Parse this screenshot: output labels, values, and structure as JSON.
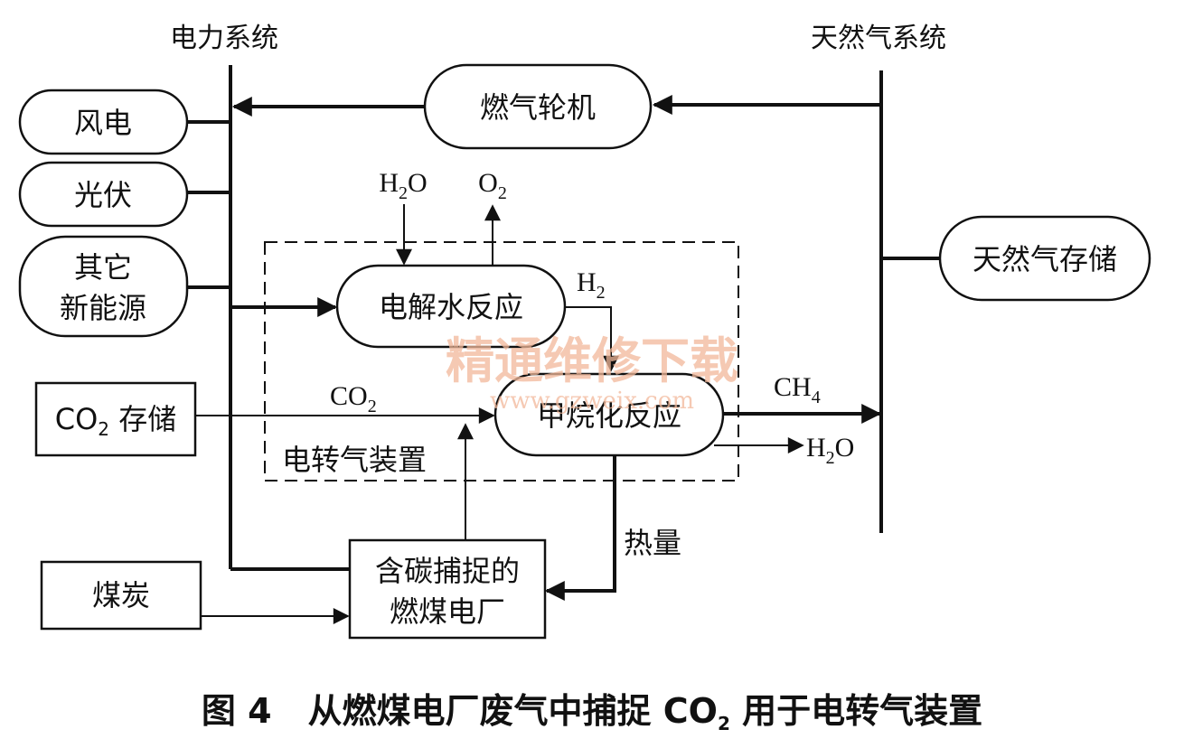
{
  "buses": {
    "power": "电力系统",
    "gas": "天然气系统"
  },
  "nodes": {
    "wind": "风电",
    "pv": "光伏",
    "other_line1": "其它",
    "other_line2": "新能源",
    "gas_turbine": "燃气轮机",
    "gas_storage": "天然气存储",
    "electrolysis": "电解水反应",
    "methanation": "甲烷化反应",
    "co2_storage_prefix": "CO",
    "co2_storage_sub": "2",
    "co2_storage_suffix": " 存储",
    "coal": "煤炭",
    "plant_line1": "含碳捕捉的",
    "plant_line2": "燃煤电厂",
    "p2g_device": "电转气装置"
  },
  "labels": {
    "h2o_in": {
      "base": "H",
      "sub": "2",
      "tail": "O"
    },
    "o2_out": {
      "base": "O",
      "sub": "2",
      "tail": ""
    },
    "h2": {
      "base": "H",
      "sub": "2",
      "tail": ""
    },
    "co2": {
      "base": "CO",
      "sub": "2",
      "tail": ""
    },
    "ch4": {
      "base": "CH",
      "sub": "4",
      "tail": ""
    },
    "h2o_out": {
      "base": "H",
      "sub": "2",
      "tail": "O"
    },
    "heat": "热量"
  },
  "watermark": {
    "line1": "精通维修下载",
    "line2": "www.gzweix.com"
  },
  "caption": {
    "figure": "图 4",
    "text_before": "从燃煤电厂废气中捕捉 CO",
    "sub": "2",
    "text_after": " 用于电转气装置"
  },
  "colors": {
    "line": "#111111",
    "watermark": "#f2b89a"
  }
}
